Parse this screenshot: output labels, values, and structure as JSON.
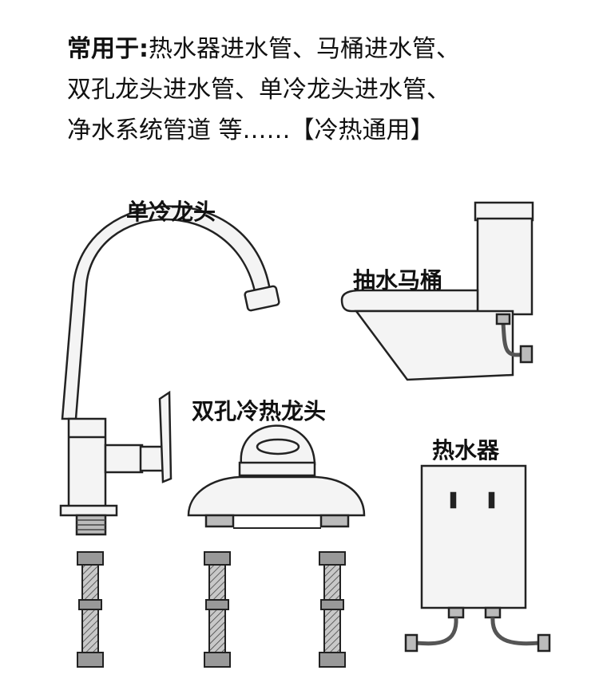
{
  "intro": {
    "lead": "常用于:",
    "line1_rest": "热水器进水管、马桶进水管、",
    "line2": "双孔龙头进水管、单冷龙头进水管、",
    "line3": "净水系统管道 等……【冷热通用】"
  },
  "labels": {
    "single_faucet": "单冷龙头",
    "toilet": "抽水马桶",
    "double_faucet": "双孔冷热龙头",
    "water_heater": "热水器"
  },
  "colors": {
    "line": "#222222",
    "hose_fill": "#bcbcbc",
    "fixture_fill": "#f4f4f4"
  }
}
